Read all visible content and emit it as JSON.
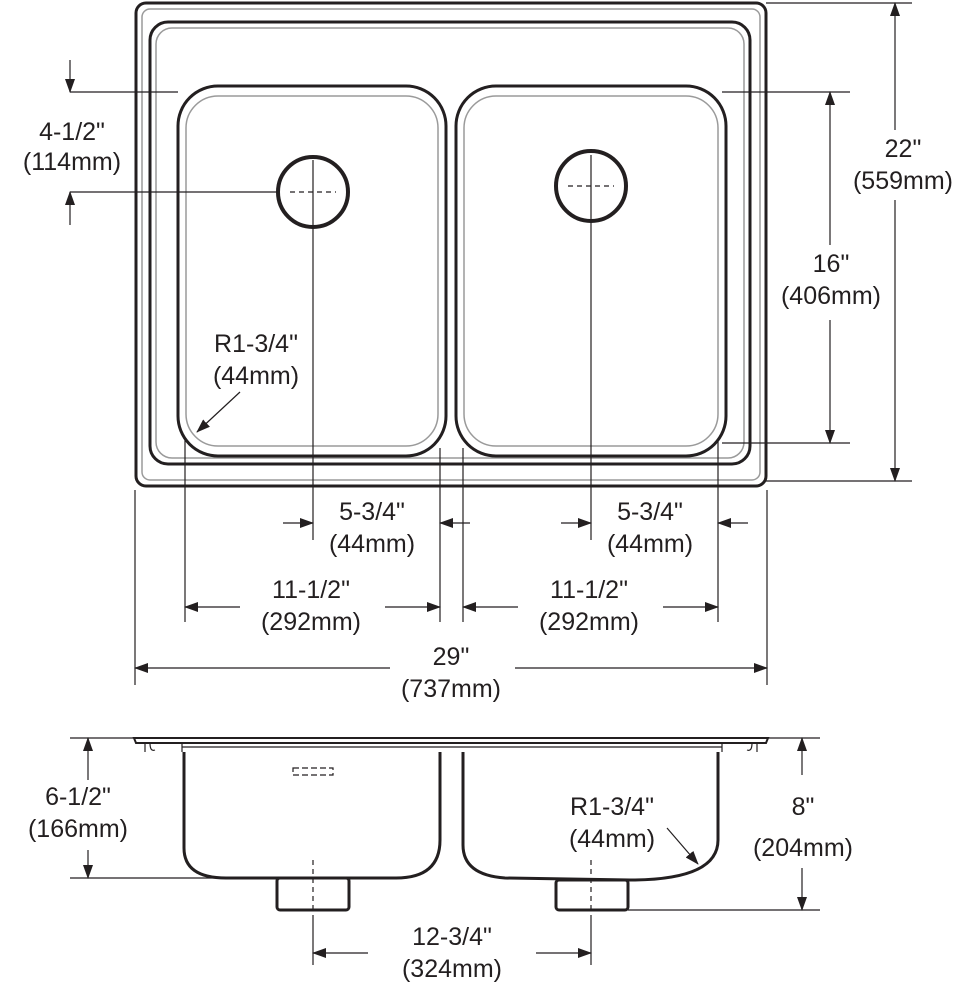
{
  "top_view": {
    "drain_offset": {
      "imperial": "4-1/2\"",
      "metric": "(114mm)"
    },
    "overall_depth": {
      "imperial": "22\"",
      "metric": "(559mm)"
    },
    "bowl_depth": {
      "imperial": "16\"",
      "metric": "(406mm)"
    },
    "corner_radius": {
      "imperial": "R1-3/4\"",
      "metric": "(44mm)"
    },
    "drain_to_center_left": {
      "imperial": "5-3/4\"",
      "metric": "(44mm)"
    },
    "drain_to_center_right": {
      "imperial": "5-3/4\"",
      "metric": "(44mm)"
    },
    "bowl_width_left": {
      "imperial": "11-1/2\"",
      "metric": "(292mm)"
    },
    "bowl_width_right": {
      "imperial": "11-1/2\"",
      "metric": "(292mm)"
    },
    "overall_width": {
      "imperial": "29\"",
      "metric": "(737mm)"
    }
  },
  "side_view": {
    "left_bowl_depth": {
      "imperial": "6-1/2\"",
      "metric": "(166mm)"
    },
    "right_bowl_depth": {
      "imperial": "8\"",
      "metric": "(204mm)"
    },
    "bottom_radius": {
      "imperial": "R1-3/4\"",
      "metric": "(44mm)"
    },
    "drain_spacing": {
      "imperial": "12-3/4\"",
      "metric": "(324mm)"
    }
  }
}
